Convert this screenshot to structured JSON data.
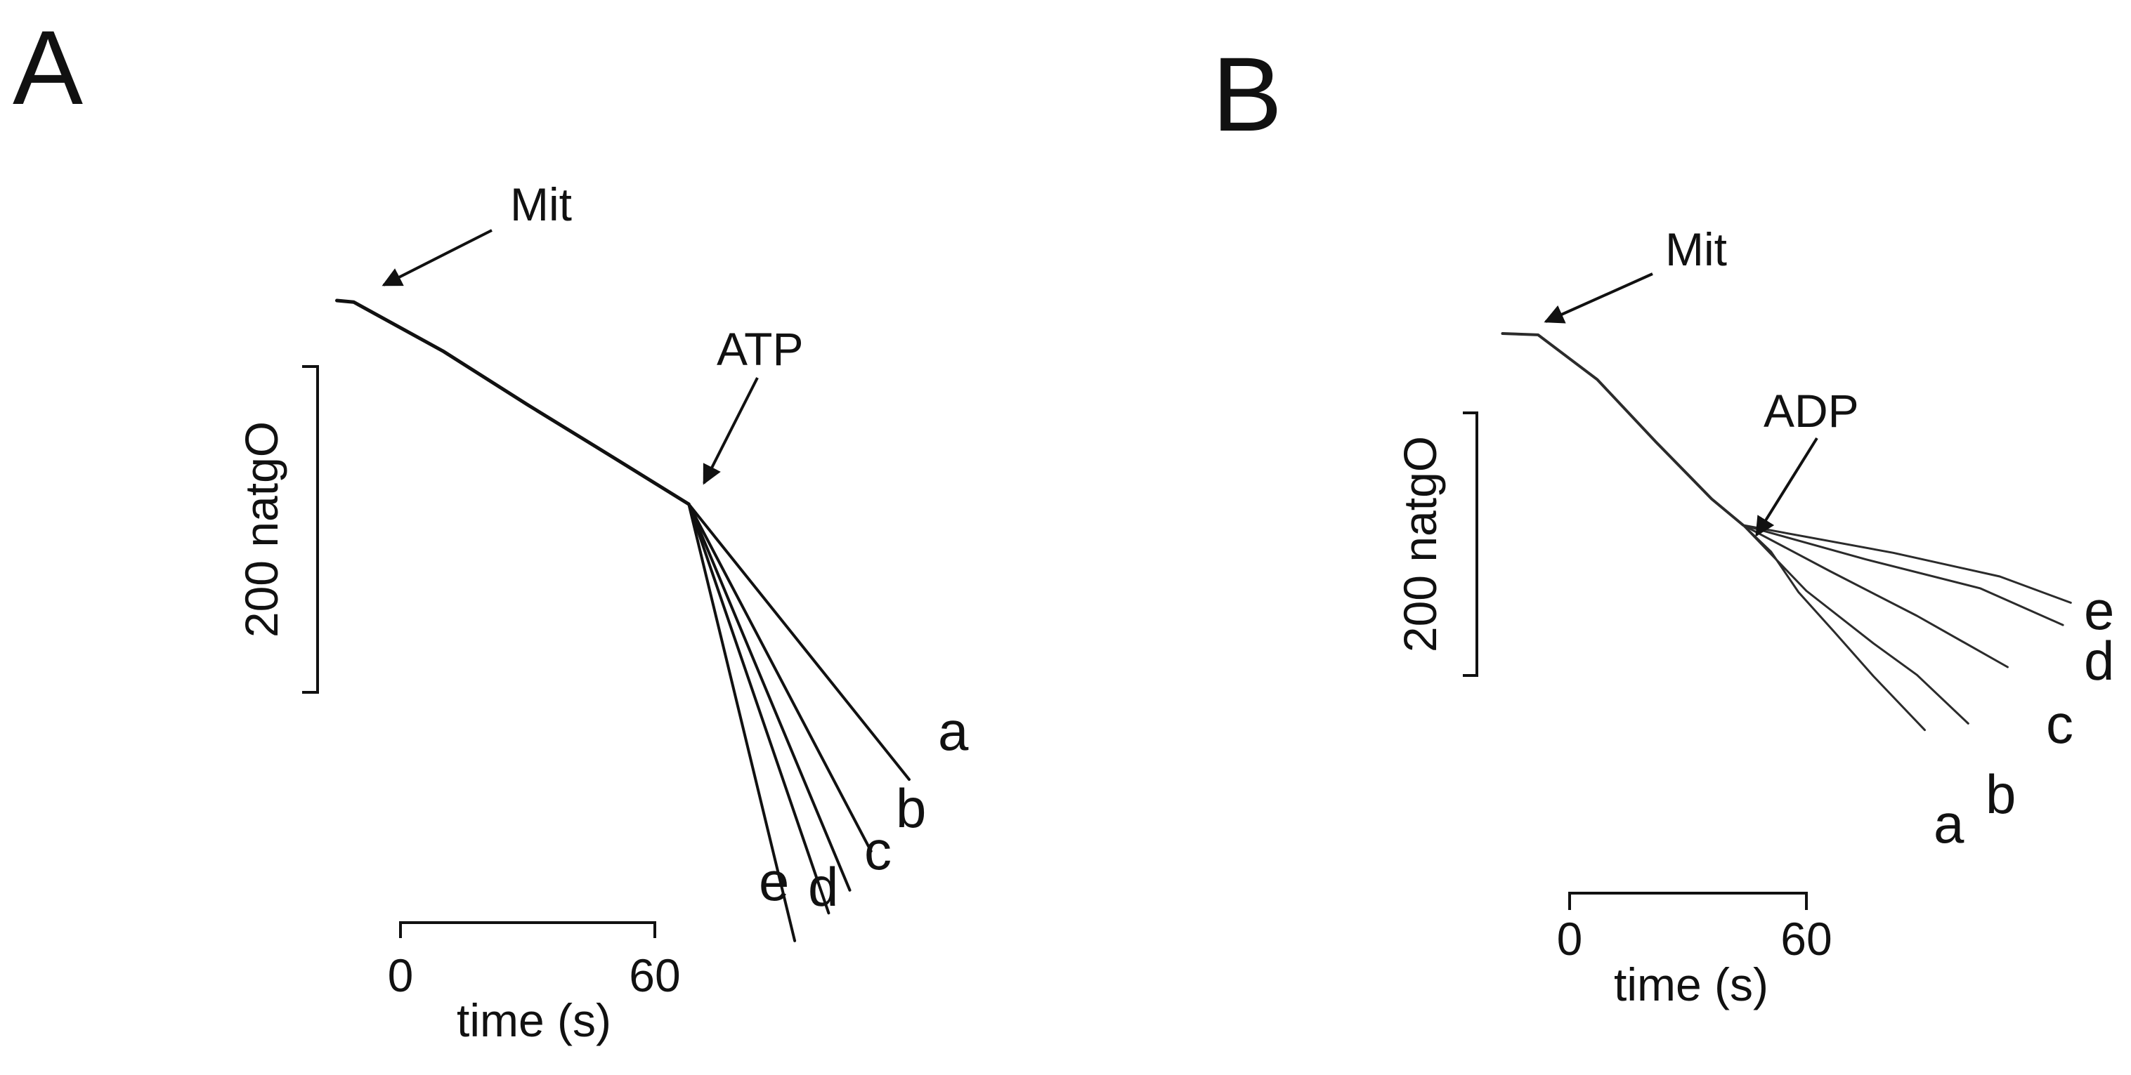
{
  "panels": [
    {
      "letter": "A",
      "scale_bar": {
        "label": "200 natgO",
        "value": 200
      },
      "time_axis": {
        "label": "time (s)",
        "ticks": [
          "0",
          "60"
        ],
        "range": [
          0,
          60
        ]
      },
      "annotations": {
        "mit": "Mit",
        "addition": "ATP"
      },
      "curve_labels": [
        "a",
        "b",
        "c",
        "d",
        "e"
      ]
    },
    {
      "letter": "B",
      "scale_bar": {
        "label": "200 natgO",
        "value": 200
      },
      "time_axis": {
        "label": "time (s)",
        "ticks": [
          "0",
          "60"
        ],
        "range": [
          0,
          60
        ]
      },
      "annotations": {
        "mit": "Mit",
        "addition": "ADP"
      },
      "curve_labels": [
        "a",
        "b",
        "c",
        "d",
        "e"
      ]
    }
  ],
  "chart_data": [
    {
      "type": "line",
      "title": "",
      "xlabel": "time (s)",
      "ylabel": "200 natgO",
      "x_scale_seconds": 60,
      "y_scale_natgO": 200,
      "additions": [
        {
          "name": "Mit",
          "time_s": -13
        },
        {
          "name": "ATP",
          "time_s": 68
        }
      ],
      "baseline": {
        "x": [
          -15,
          -11,
          10,
          30,
          50,
          68
        ],
        "y": [
          0,
          -1,
          -31,
          -64,
          -96,
          -125
        ]
      },
      "series": [
        {
          "name": "a",
          "x": [
            68,
            120
          ],
          "y": [
            -125,
            -294
          ]
        },
        {
          "name": "b",
          "x": [
            68,
            111
          ],
          "y": [
            -125,
            -338
          ]
        },
        {
          "name": "c",
          "x": [
            68,
            106
          ],
          "y": [
            -125,
            -362
          ]
        },
        {
          "name": "d",
          "x": [
            68,
            101
          ],
          "y": [
            -125,
            -376
          ]
        },
        {
          "name": "e",
          "x": [
            68,
            93
          ],
          "y": [
            -125,
            -393
          ]
        }
      ]
    },
    {
      "type": "line",
      "title": "",
      "xlabel": "time (s)",
      "ylabel": "200 natgO",
      "x_scale_seconds": 60,
      "y_scale_natgO": 200,
      "additions": [
        {
          "name": "Mit",
          "time_s": -7
        },
        {
          "name": "ADP",
          "time_s": 44
        }
      ],
      "baseline": {
        "x": [
          -17,
          -8,
          7,
          22,
          36,
          44
        ],
        "y": [
          0,
          -1,
          -35,
          -83,
          -126,
          -146
        ]
      },
      "series": [
        {
          "name": "a",
          "x": [
            44,
            51,
            58,
            67,
            77,
            90
          ],
          "y": [
            -146,
            -166,
            -197,
            -227,
            -261,
            -302
          ]
        },
        {
          "name": "b",
          "x": [
            44,
            60,
            77,
            88,
            101
          ],
          "y": [
            -146,
            -196,
            -236,
            -260,
            -297
          ]
        },
        {
          "name": "c",
          "x": [
            44,
            66,
            88,
            111
          ],
          "y": [
            -146,
            -181,
            -215,
            -254
          ]
        },
        {
          "name": "d",
          "x": [
            44,
            75,
            104,
            125
          ],
          "y": [
            -146,
            -172,
            -194,
            -222
          ]
        },
        {
          "name": "e",
          "x": [
            44,
            82,
            109,
            127
          ],
          "y": [
            -146,
            -167,
            -185,
            -205
          ]
        }
      ]
    }
  ]
}
